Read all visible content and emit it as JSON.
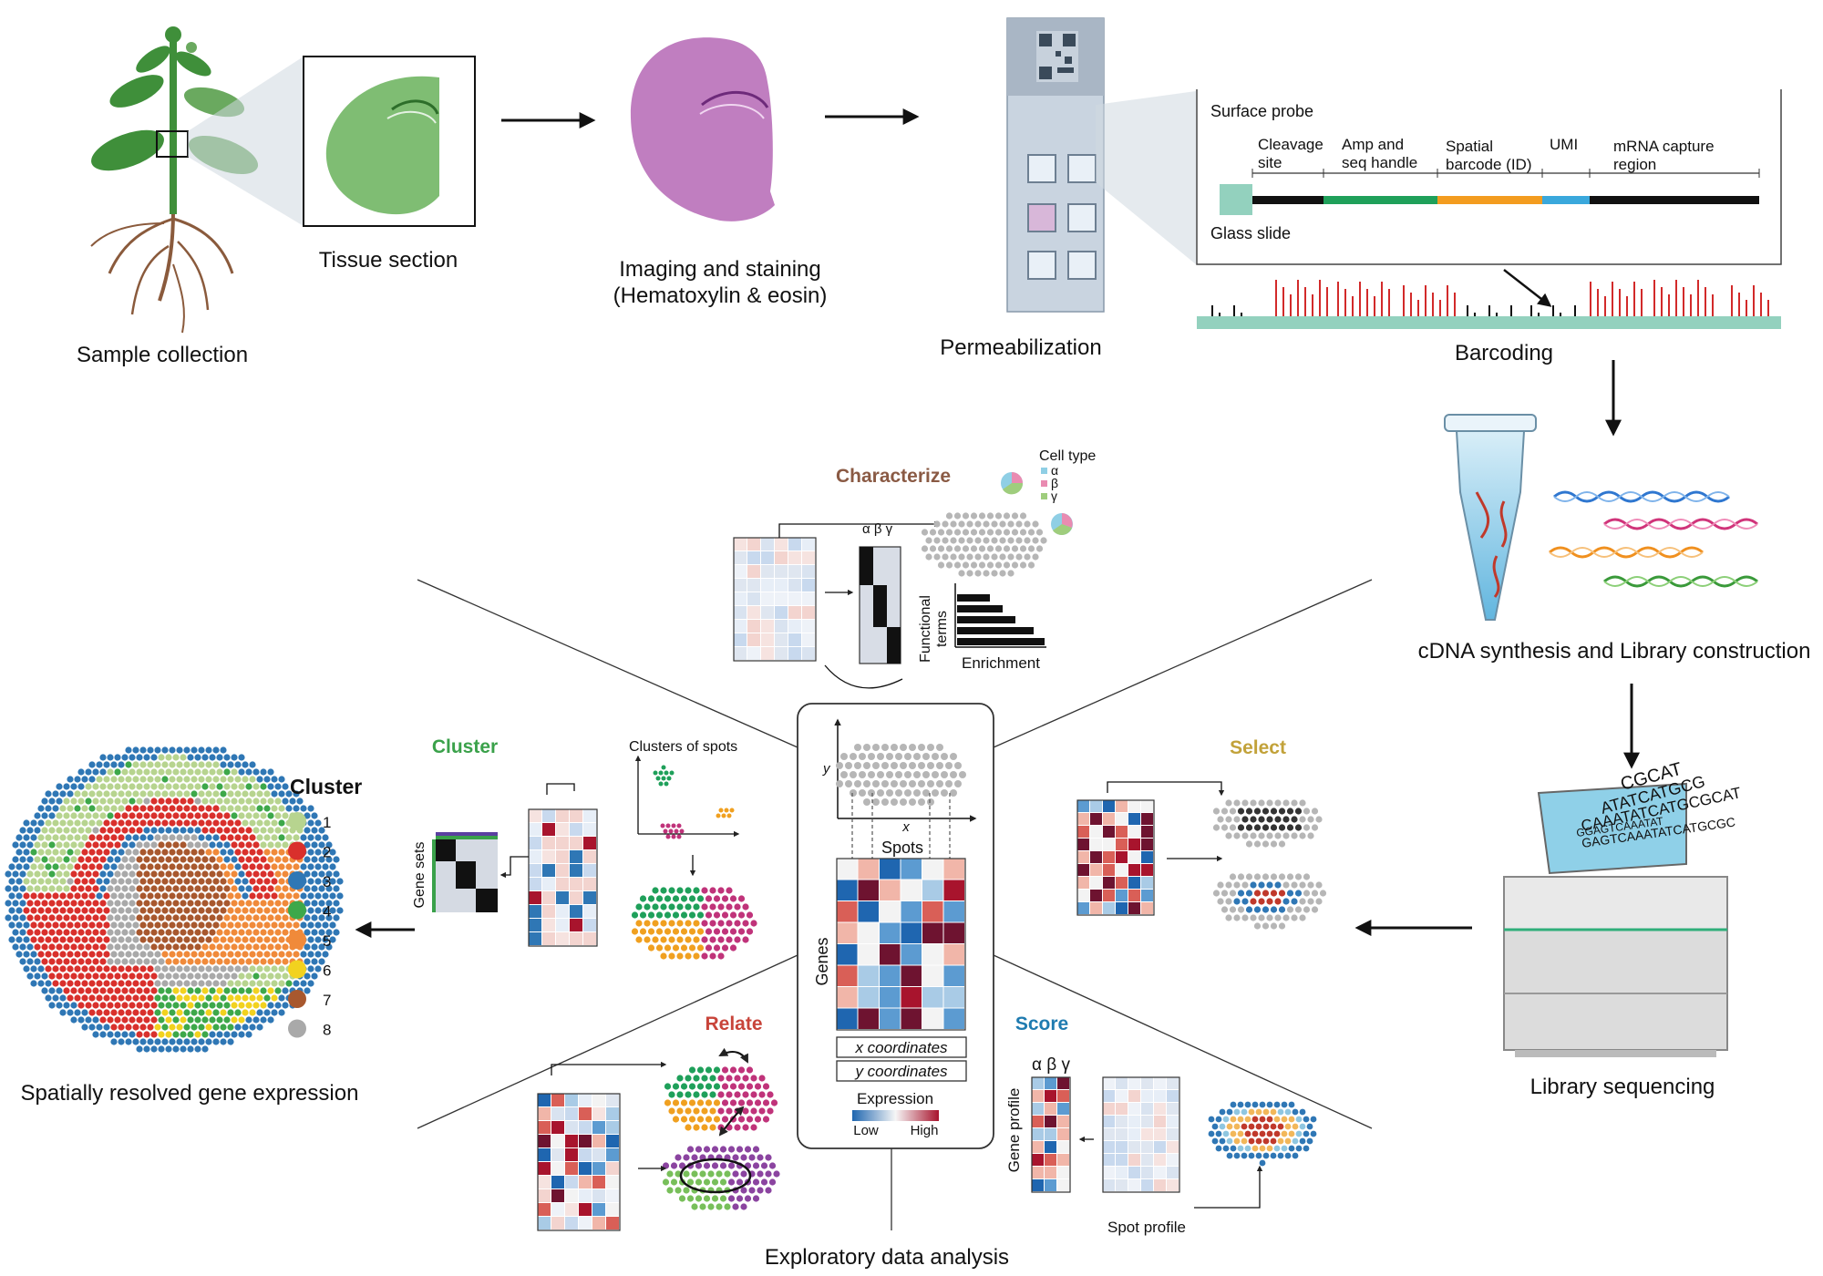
{
  "pipeline": {
    "sample_collection": "Sample collection",
    "tissue_section": "Tissue section",
    "imaging_line1": "Imaging and staining",
    "imaging_line2": "(Hematoxylin & eosin)",
    "permeabilization": "Permeabilization",
    "barcoding": "Barcoding",
    "cdna": "cDNA synthesis and Library construction",
    "library_sequencing": "Library sequencing",
    "spatially_resolved": "Spatially resolved gene expression",
    "eda": "Exploratory data analysis"
  },
  "probe": {
    "surface_probe": "Surface probe",
    "glass_slide": "Glass slide",
    "segments": [
      {
        "line1": "Cleavage",
        "line2": "site",
        "color": "#111111"
      },
      {
        "line1": "Amp and",
        "line2": "seq handle",
        "color": "#1fa05a"
      },
      {
        "line1": "Spatial",
        "line2": "barcode (ID)",
        "color": "#f39c1f"
      },
      {
        "line1": "UMI",
        "line2": "",
        "color": "#3aa8dc"
      },
      {
        "line1": "mRNA capture",
        "line2": "region",
        "color": "#111111"
      }
    ]
  },
  "center": {
    "axis_y": "y",
    "axis_x": "x",
    "spots": "Spots",
    "genes": "Genes",
    "x_coordinates": "x coordinates",
    "y_coordinates": "y coordinates",
    "expression": "Expression",
    "low": "Low",
    "high": "High"
  },
  "characterize": {
    "title": "Characterize",
    "cell_type": "Cell type",
    "alpha": "α",
    "beta": "β",
    "gamma": "γ",
    "greek_header": "α β γ",
    "functional": "Functional",
    "terms": "terms",
    "enrichment": "Enrichment"
  },
  "cluster_panel": {
    "title": "Cluster",
    "clusters_of_spots": "Clusters of spots",
    "gene_sets": "Gene sets"
  },
  "select_panel": {
    "title": "Select"
  },
  "relate_panel": {
    "title": "Relate"
  },
  "score_panel": {
    "title": "Score",
    "greek": "α β γ",
    "gene_profile": "Gene profile",
    "spot_profile": "Spot profile"
  },
  "legend": {
    "title": "Cluster",
    "items": [
      {
        "label": "1",
        "color": "#b7d48f"
      },
      {
        "label": "2",
        "color": "#d9302c"
      },
      {
        "label": "3",
        "color": "#2f77b5"
      },
      {
        "label": "4",
        "color": "#3da84a"
      },
      {
        "label": "5",
        "color": "#f08a3a"
      },
      {
        "label": "6",
        "color": "#f2d21f"
      },
      {
        "label": "7",
        "color": "#a8582e"
      },
      {
        "label": "8",
        "color": "#a9a9a9"
      }
    ]
  },
  "sequencer_text": {
    "line1": "CGCAT",
    "line2": "ATATCATGCG",
    "line3": "CAAATATCATGCGCAT",
    "line4": "GAGTCAAATATCATGCGC",
    "line5": "GGAGTCAAATAT",
    "line6": "GGAGTCAAATAT"
  }
}
